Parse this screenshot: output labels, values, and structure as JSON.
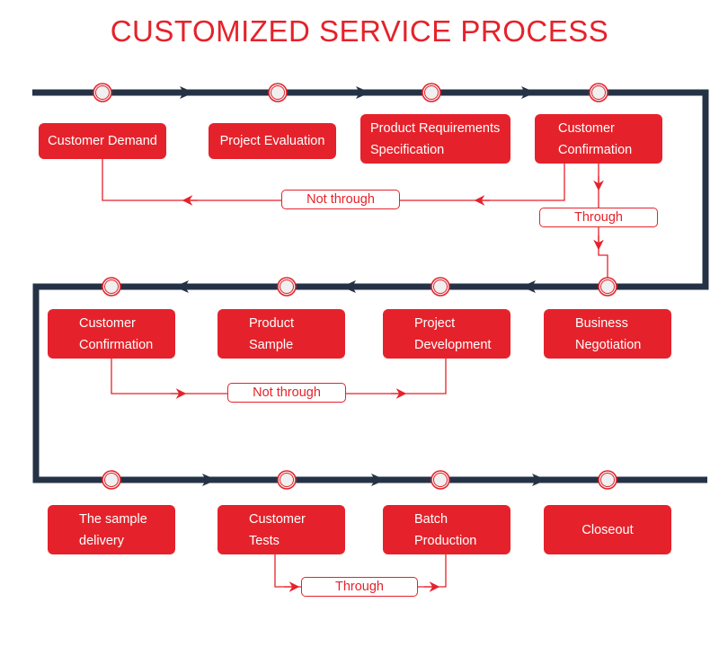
{
  "title": "CUSTOMIZED SERVICE PROCESS",
  "colors": {
    "accent": "#e5222b",
    "track": "#253246",
    "node_fill": "#f0f0f0"
  },
  "rows": [
    {
      "direction": "right",
      "steps": [
        {
          "label": "Customer Demand",
          "lines": [
            "Customer Demand"
          ]
        },
        {
          "label": "Project Evaluation",
          "lines": [
            "Project Evaluation"
          ]
        },
        {
          "label": "Product Requirements Specification",
          "lines": [
            "Product Requirements",
            "Specification"
          ]
        },
        {
          "label": "Customer Confirmation",
          "lines": [
            "Customer",
            "Confirmation"
          ]
        }
      ]
    },
    {
      "direction": "left",
      "steps": [
        {
          "label": "Customer Confirmation",
          "lines": [
            "Customer",
            "Confirmation"
          ]
        },
        {
          "label": "Product Sample",
          "lines": [
            "Product",
            "Sample"
          ]
        },
        {
          "label": "Project Development",
          "lines": [
            "Project",
            "Development"
          ]
        },
        {
          "label": "Business Negotiation",
          "lines": [
            "Business",
            "Negotiation"
          ]
        }
      ]
    },
    {
      "direction": "right",
      "steps": [
        {
          "label": "The sample delivery",
          "lines": [
            "The sample",
            "delivery"
          ]
        },
        {
          "label": "Customer Tests",
          "lines": [
            "Customer",
            "Tests"
          ]
        },
        {
          "label": "Batch Production",
          "lines": [
            "Batch",
            "Production"
          ]
        },
        {
          "label": "Closeout",
          "lines": [
            "Closeout"
          ]
        }
      ]
    }
  ],
  "branches": {
    "row1_not_through": "Not through",
    "row1_through": "Through",
    "row2_not_through": "Not through",
    "row3_through": "Through"
  }
}
